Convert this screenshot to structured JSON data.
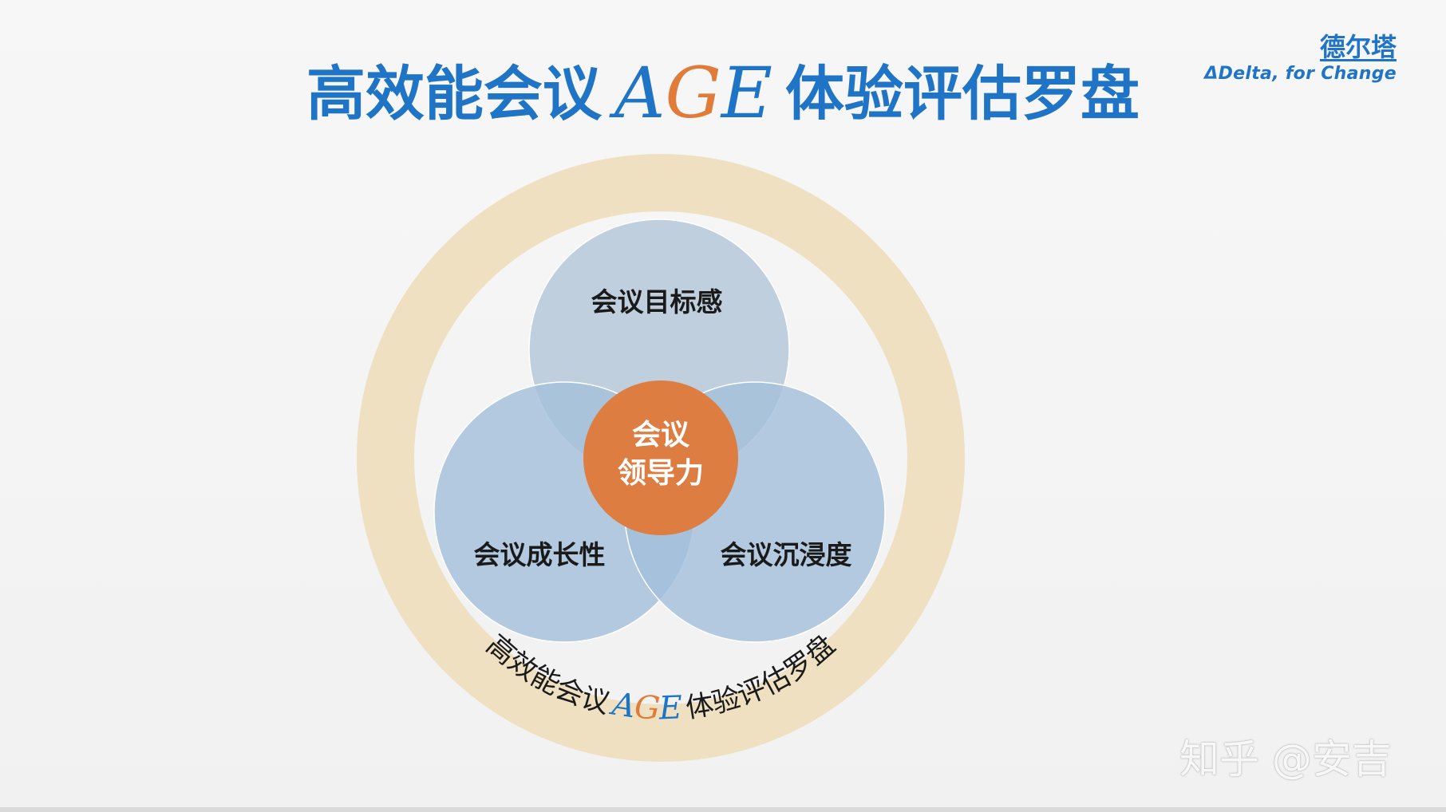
{
  "title": {
    "prefix": "高效能会议",
    "age_a": "A",
    "age_g": "G",
    "age_e": "E",
    "suffix": "体验评估罗盘"
  },
  "brand": {
    "name": "德尔塔",
    "slogan": "ΔDelta, for Change"
  },
  "diagram": {
    "circles": {
      "top": "会议目标感",
      "left": "会议成长性",
      "right": "会议沉浸度"
    },
    "center": {
      "line1": "会议",
      "line2": "领导力"
    },
    "ring": {
      "prefix": "高效能会议",
      "age_a": "A",
      "age_g": "G",
      "age_e": "E",
      "suffix": "体验评估罗盘"
    }
  },
  "watermark": "知乎 @安吉",
  "colors": {
    "title_blue": "#1f74c6",
    "accent_orange": "#e07b3a",
    "ring_beige": "#eee0c0",
    "circle_top": "#b8cadb",
    "circle_side": "#a7c2dc",
    "center_orange": "#dd7d42"
  }
}
